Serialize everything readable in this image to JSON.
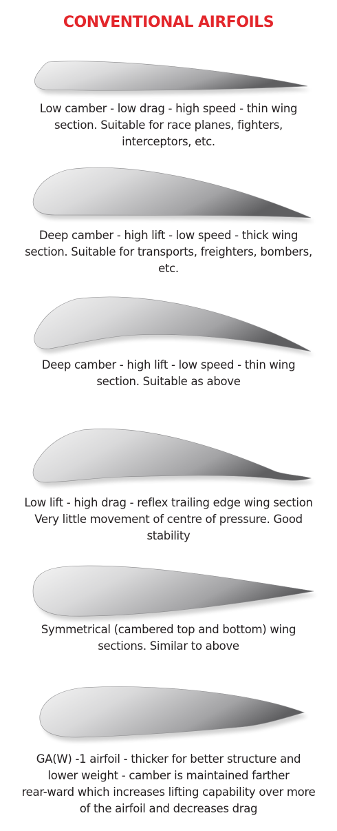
{
  "title": "CONVENTIONAL AIRFOILS",
  "colors": {
    "title": "#e3262b",
    "text": "#231f20",
    "airfoil_light": "#f4f4f4",
    "airfoil_dark": "#5f5f61"
  },
  "airfoils": [
    {
      "caption_lines": [
        "Low camber - low drag - high speed - thin wing",
        "section.  Suitable for race planes, fighters,",
        "interceptors, etc."
      ]
    },
    {
      "caption_lines": [
        "Deep camber - high lift - low speed - thick wing",
        "section.  Suitable for transports, freighters, bombers,",
        "etc."
      ]
    },
    {
      "caption_lines": [
        "Deep camber - high lift - low speed - thin wing",
        "section.  Suitable as above"
      ]
    },
    {
      "caption_lines": [
        "Low lift - high drag - reflex trailing edge wing section",
        "Very little movement of centre of pressure. Good",
        "stability"
      ]
    },
    {
      "caption_lines": [
        "Symmetrical (cambered top and bottom) wing",
        "sections.  Similar to above"
      ]
    },
    {
      "caption_lines": [
        "GA(W) -1 airfoil - thicker for better structure and",
        "lower weight - camber is maintained farther",
        "rear-ward which increases lifting capability over more",
        "of the airfoil and decreases drag"
      ]
    }
  ]
}
